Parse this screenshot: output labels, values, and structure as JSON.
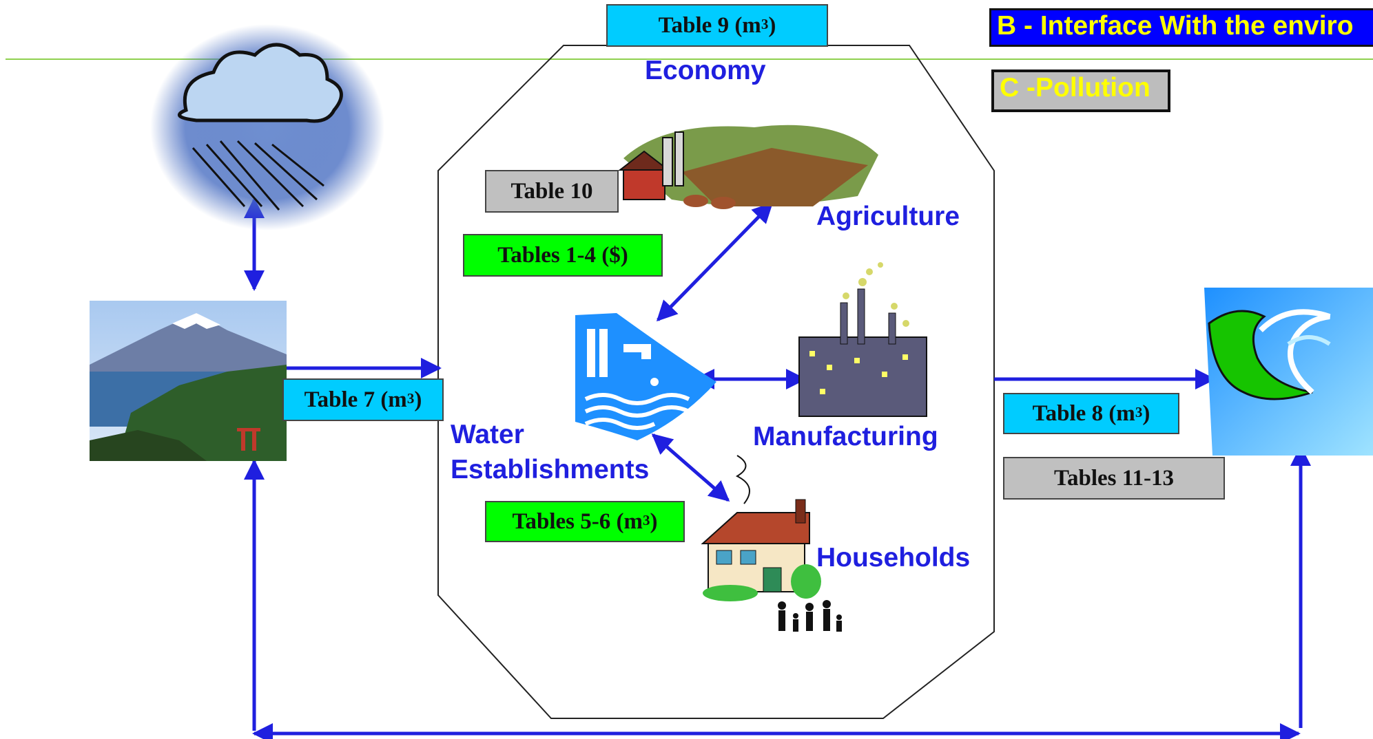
{
  "header": {
    "banner_b": "B - Interface With the enviro",
    "banner_c": "C -Pollution"
  },
  "diagram": {
    "economy_label": "Economy",
    "sectors": {
      "agriculture": "Agriculture",
      "manufacturing": "Manufacturing",
      "water_establishments_line1": "Water",
      "water_establishments_line2": "Establishments",
      "households": "Households"
    },
    "tables": {
      "table9": {
        "text": "Table 9 (m",
        "sup": "3",
        "close": ")"
      },
      "table10": {
        "text": "Table 10"
      },
      "tables1_4": {
        "text": "Tables 1-4 ($)"
      },
      "tables5_6": {
        "text": "Tables 5-6 (m",
        "sup": "3",
        "close": ")"
      },
      "table7": {
        "text": "Table 7 (m",
        "sup": "3",
        "close": ")"
      },
      "table8": {
        "text": "Table 8 (m",
        "sup": "3",
        "close": ")"
      },
      "tables11_13": {
        "text": "Tables 11-13"
      }
    }
  },
  "icons": [
    "rain-cloud-icon",
    "mountain-lake-photo",
    "ocean-wave-icon",
    "farm-icon",
    "factory-icon",
    "water-utility-icon",
    "house-family-icon"
  ],
  "colors": {
    "arrow": "#1f1fdf",
    "label": "#1f1fdf",
    "cyan_box": "#00ccff",
    "green_box": "#00ff00",
    "gray_box": "#c0c0c0",
    "banner_text": "#ffff00",
    "rule_line": "#8fd14f"
  }
}
